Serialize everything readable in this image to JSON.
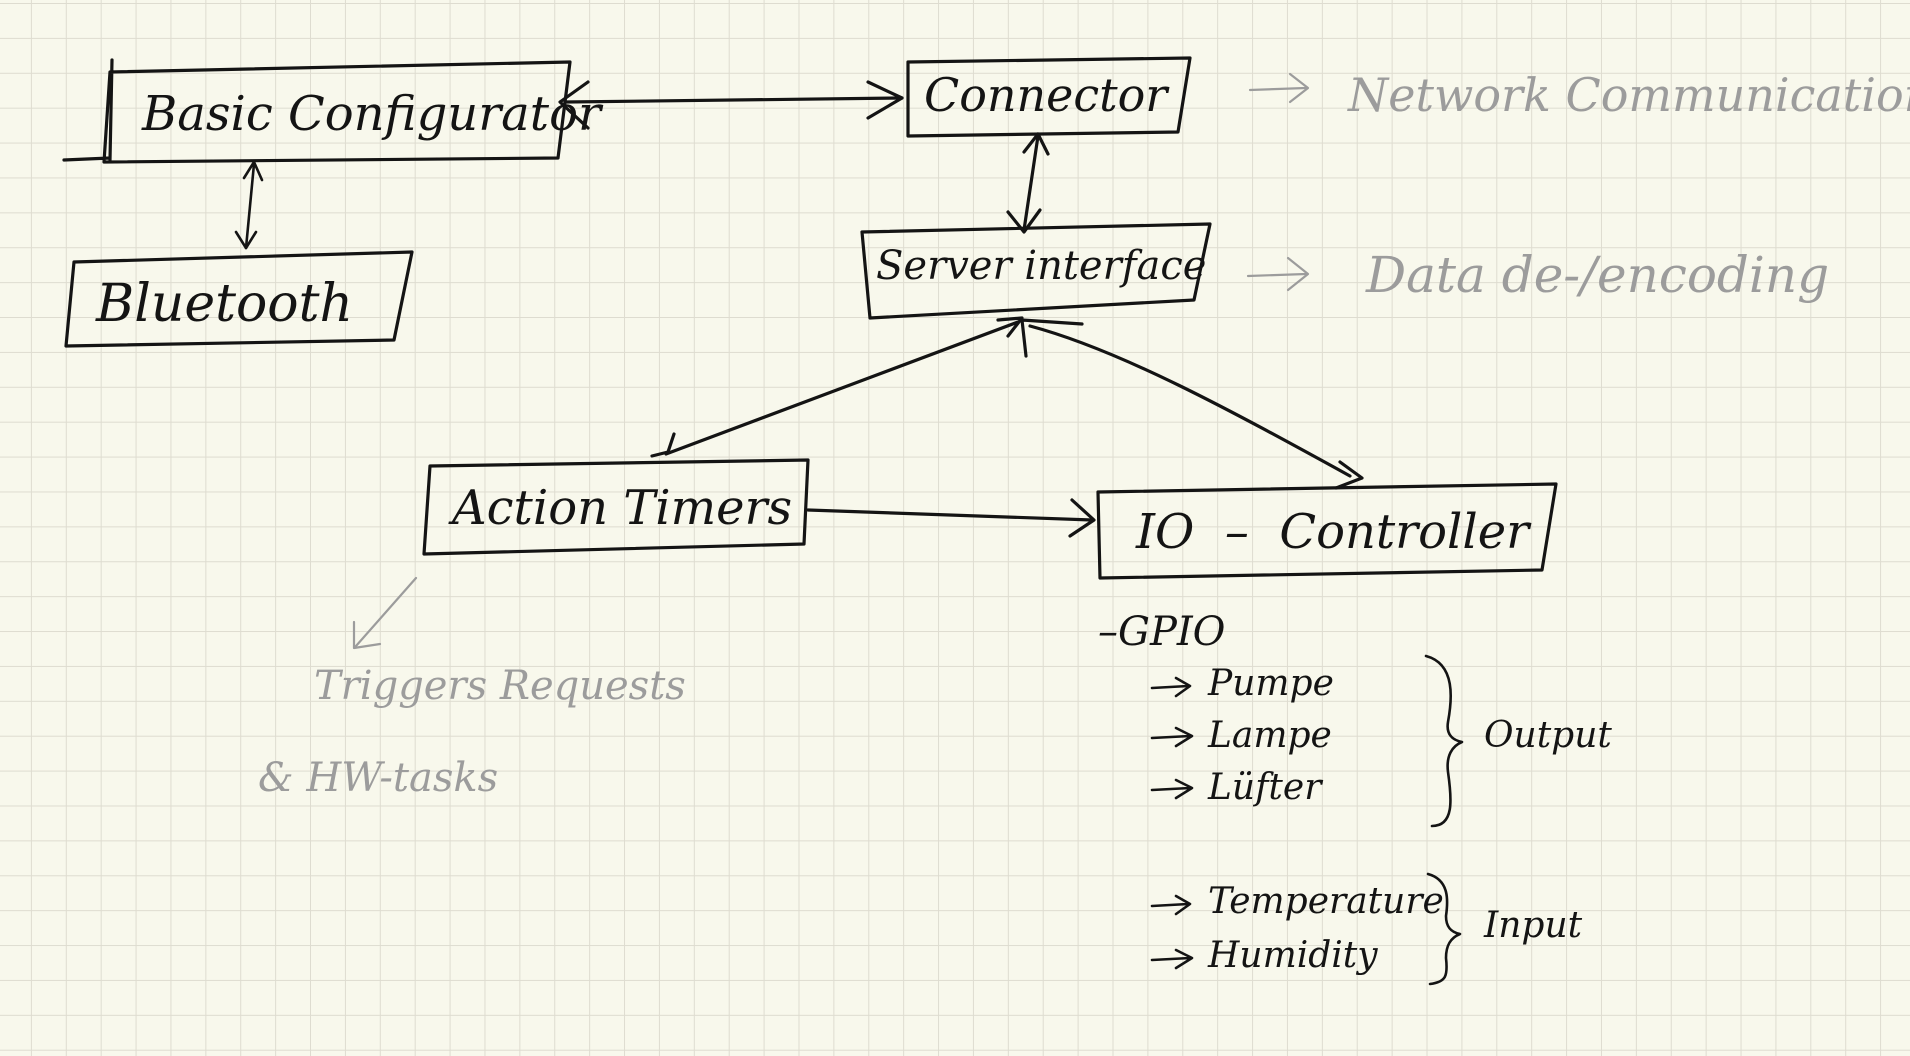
{
  "nodes": {
    "basic_configurator": "Basic Configurator",
    "connector": "Connector",
    "bluetooth": "Bluetooth",
    "server_interface": "Server interface",
    "action_timers": "Action Timers",
    "io_controller": "IO  –  Controller"
  },
  "notes": {
    "network": "Network Communication",
    "data": "Data de-/encoding",
    "triggers_line1": "Triggers Requests",
    "triggers_line2": "& HW-tasks"
  },
  "gpio": {
    "heading": "–GPIO",
    "outputs": [
      "Pumpe",
      "Lampe",
      "Lüfter"
    ],
    "output_group": "Output",
    "inputs": [
      "Temperature",
      "Humidity"
    ],
    "input_group": "Input"
  },
  "colors": {
    "ink": "#141414",
    "pencil": "#9c9c9c",
    "paper": "#f8f8ec",
    "grid": "#dedcd0"
  }
}
